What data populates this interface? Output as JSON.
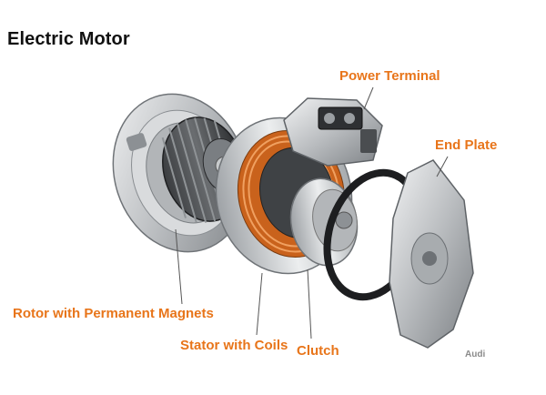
{
  "title": "Electric Motor",
  "labels": {
    "power_terminal": "Power Terminal",
    "end_plate": "End Plate",
    "rotor": "Rotor with Permanent Magnets",
    "stator": "Stator with Coils",
    "clutch": "Clutch"
  },
  "brand": "Audi",
  "colors": {
    "label": "#e8751a",
    "title": "#111111",
    "coil": "#c9621c",
    "metal": "#c4c7c9"
  }
}
